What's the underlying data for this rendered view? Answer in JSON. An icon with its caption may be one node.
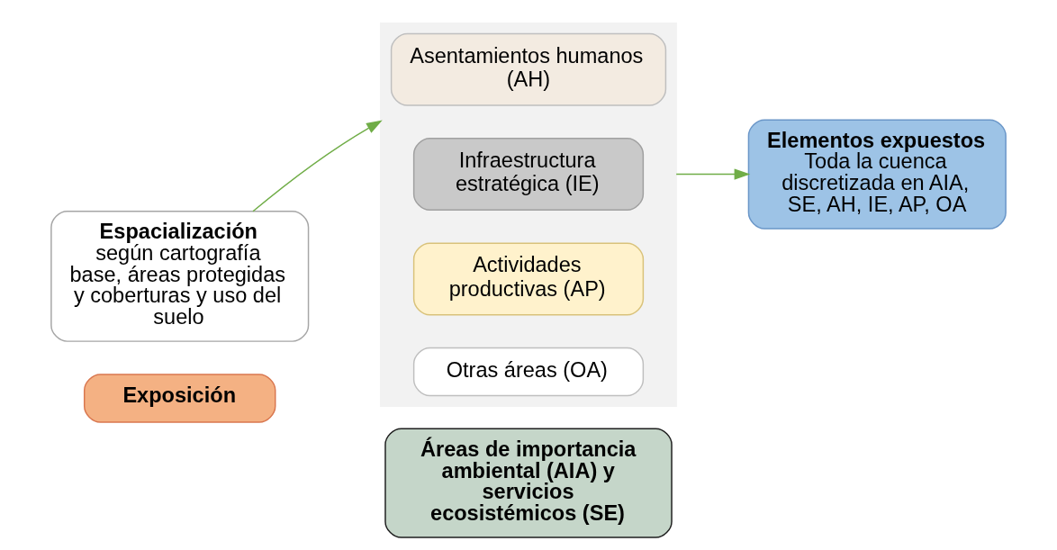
{
  "diagram": {
    "nodes": [
      {
        "text": [
          "Exposición"
        ]
      },
      {
        "text": [
          "Espacialización",
          "según cartografía base, áreas protegidas y coberturas y uso del suelo"
        ]
      },
      {
        "text": [],
        "shape": "box"
      },
      {
        "text": [
          "Áreas de importancia ambiental (AIA) y servicios ecosistémicos (SE)"
        ]
      },
      {
        "text": [
          "Asentamientos humanos (AH)"
        ],
        "in": 2
      },
      {
        "text": [
          "Infraestructura estratégica (IE)"
        ],
        "in": 2
      },
      {
        "text": [
          "Actividades productivas (AP)"
        ],
        "in": 2
      },
      {
        "text": [
          "Otras áreas (OA)"
        ],
        "in": 2
      },
      {
        "text": [
          "Elementos expuestos",
          "Toda la cuenca discretizada en AIA, SE, AH, IE, AP, OA"
        ]
      }
    ],
    "edges": [
      {
        "from": 1,
        "to": 4,
        "arrow": "to"
      },
      {
        "from": 5,
        "to": 8,
        "arrow": "to"
      }
    ]
  }
}
